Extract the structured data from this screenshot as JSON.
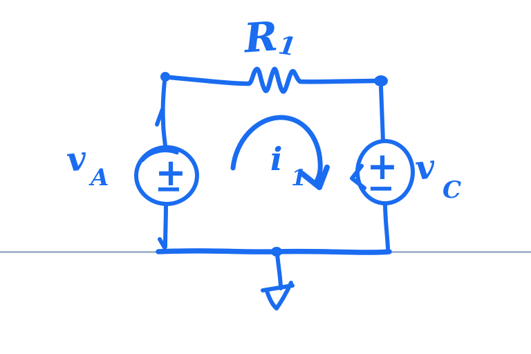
{
  "canvas": {
    "background_color": "#ffffff",
    "ink_color": "#1a6cf0",
    "ruled_line_color": "#a8b5cd"
  },
  "circuit": {
    "resistor_label": {
      "base": "R",
      "sub": "1"
    },
    "left_source_label": {
      "base": "v",
      "sub": "A"
    },
    "right_source_label": {
      "base": "v",
      "sub": "C"
    },
    "loop_current_label": {
      "base": "i",
      "sub": "1"
    },
    "left_source": {
      "plus": "+",
      "minus": "−"
    },
    "right_source": {
      "plus": "+",
      "minus": "−"
    }
  }
}
